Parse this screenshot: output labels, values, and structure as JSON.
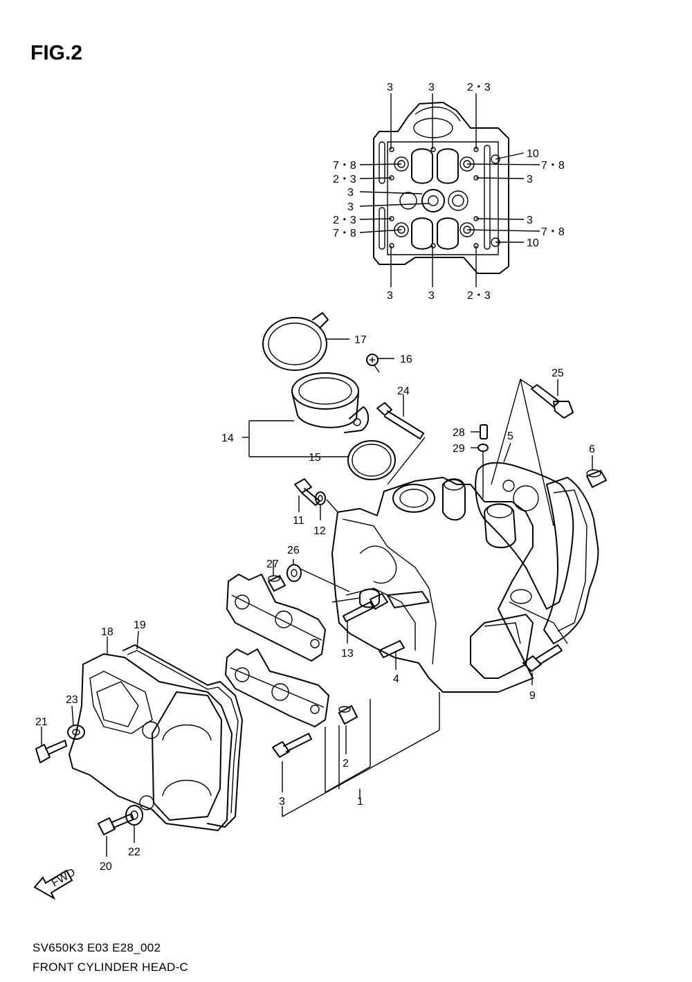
{
  "figure": {
    "title": "FIG.2"
  },
  "caption": {
    "model": "SV650K3 E03 E28_002",
    "name": "FRONT CYLINDER HEAD-C"
  },
  "fwd_arrow": {
    "label": "FWD"
  },
  "top_view_labels": {
    "top": [
      "3",
      "3",
      "2・3"
    ],
    "left": [
      "7・8",
      "2・3",
      "3",
      "3",
      "2・3",
      "7・8"
    ],
    "right": [
      "10",
      "7・8",
      "3",
      "3",
      "7・8",
      "10"
    ],
    "bottom": [
      "3",
      "3",
      "2・3"
    ]
  },
  "part_labels": {
    "p1": "1",
    "p2": "2",
    "p3": "3",
    "p4": "4",
    "p5": "5",
    "p6": "6",
    "p9": "9",
    "p11": "11",
    "p12": "12",
    "p13": "13",
    "p14": "14",
    "p15": "15",
    "p16": "16",
    "p17": "17",
    "p18": "18",
    "p19": "19",
    "p20": "20",
    "p21": "21",
    "p22": "22",
    "p23": "23",
    "p24": "24",
    "p25": "25",
    "p26": "26",
    "p27": "27",
    "p28": "28",
    "p29": "29"
  }
}
